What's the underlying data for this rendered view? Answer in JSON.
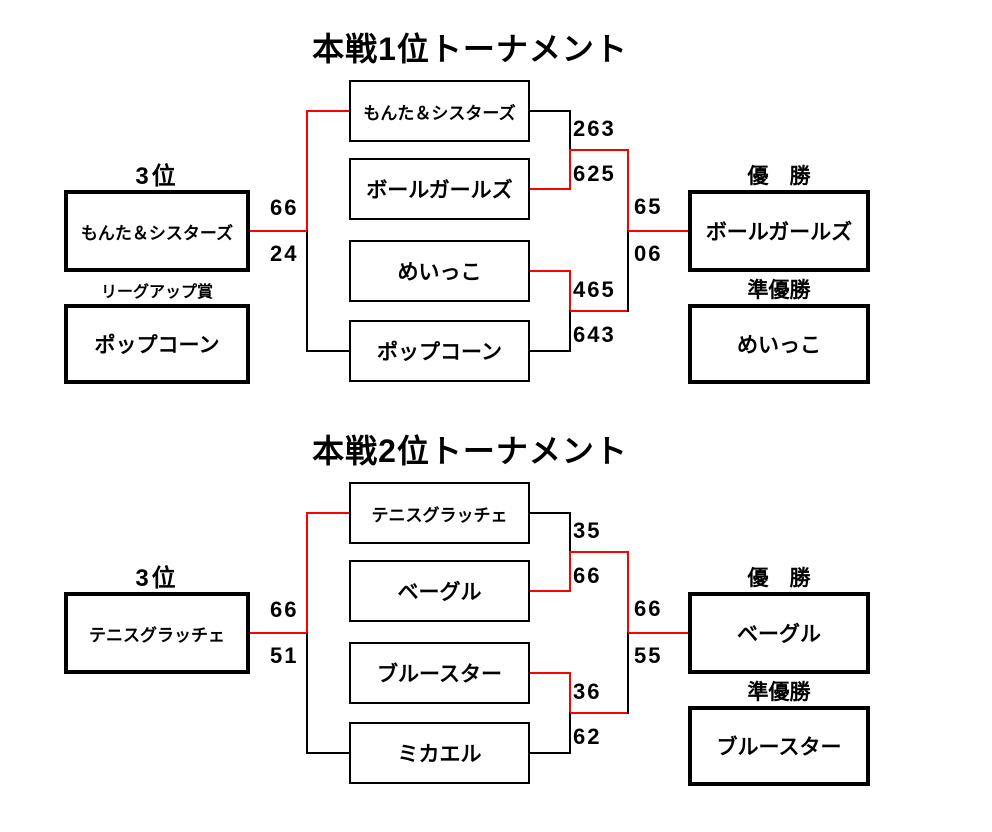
{
  "colors": {
    "background": "#ffffff",
    "line": "#000000",
    "winner_path": "#ff0000",
    "text": "#000000"
  },
  "tournaments": [
    {
      "title": "本戦1位トーナメント",
      "teams": [
        "もんた＆シスターズ",
        "ボールガールズ",
        "めいっこ",
        "ポップコーン"
      ],
      "third_place": {
        "heading": "3位",
        "team": "もんた＆シスターズ",
        "score_top": "66",
        "score_bottom": "24"
      },
      "league_up": {
        "label": "リーグアップ賞",
        "team": "ポップコーン"
      },
      "semifinal1": {
        "score_top": "263",
        "score_bottom": "625",
        "winner": "ボールガールズ"
      },
      "semifinal2": {
        "score_top": "465",
        "score_bottom": "643",
        "winner": "めいっこ"
      },
      "final": {
        "score_top": "65",
        "score_bottom": "06",
        "winner": "ボールガールズ"
      },
      "champion": {
        "heading": "優　勝",
        "team": "ボールガールズ"
      },
      "runner_up": {
        "heading": "準優勝",
        "team": "めいっこ"
      }
    },
    {
      "title": "本戦2位トーナメント",
      "teams": [
        "テニスグラッチェ",
        "ベーグル",
        "ブルースター",
        "ミカエル"
      ],
      "third_place": {
        "heading": "3位",
        "team": "テニスグラッチェ",
        "score_top": "66",
        "score_bottom": "51"
      },
      "semifinal1": {
        "score_top": "35",
        "score_bottom": "66",
        "winner": "ベーグル"
      },
      "semifinal2": {
        "score_top": "36",
        "score_bottom": "62",
        "winner": "ブルースター"
      },
      "final": {
        "score_top": "66",
        "score_bottom": "55",
        "winner": "ベーグル"
      },
      "champion": {
        "heading": "優　勝",
        "team": "ベーグル"
      },
      "runner_up": {
        "heading": "準優勝",
        "team": "ブルースター"
      }
    }
  ]
}
